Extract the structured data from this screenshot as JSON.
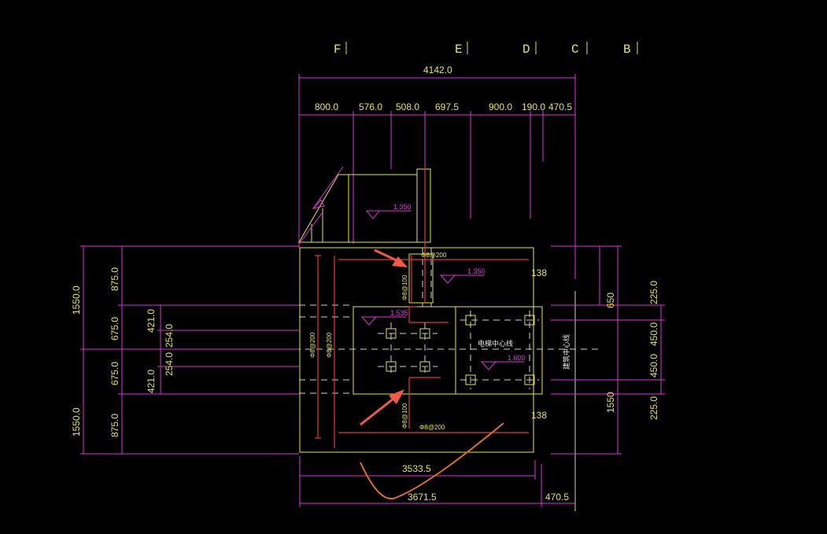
{
  "axes": [
    "F",
    "E",
    "D",
    "C",
    "B"
  ],
  "dims_top": {
    "total": "4142.0",
    "segments": [
      "800.0",
      "576.0",
      "508.0",
      "697.5",
      "900.0",
      "190.0",
      "470.5"
    ]
  },
  "dims_bottom": {
    "inner": "3533.5",
    "outer": "3671.5",
    "right": "470.5"
  },
  "dims_left": {
    "outer_top": "1550.0",
    "outer_bottom": "1550.0",
    "mid": [
      "875.0",
      "675.0",
      "675.0",
      "875.0"
    ],
    "inner": [
      "421.0",
      "254.0",
      "254.0",
      "421.0"
    ]
  },
  "dims_right": {
    "outer": [
      "225.0",
      "450.0",
      "450.0",
      "225.0"
    ],
    "inner_top": "650",
    "inner_bottom": "1550"
  },
  "small_dims": {
    "top": "138",
    "bottom": "138"
  },
  "levels": {
    "l1": "1.350",
    "l2": "1.350",
    "l3": "1.535",
    "l4": "1.600"
  },
  "rebar": {
    "top": "Φ8@200",
    "bottom": "Φ8@200",
    "vert_top": "Φ8@100",
    "vert_bottom": "Φ8@100",
    "left_a": "Φ8@200",
    "left_b": "Φ8@200"
  },
  "labels": {
    "center_line": "电梯中心线",
    "building_center": "建筑中心线"
  },
  "colors": {
    "background": "#000000",
    "dimension": "#e030e0",
    "outline": "#e6e64a",
    "rebar": "#e23a3a",
    "annotation_arrow": "#f05a4a",
    "sketch": "#e0701e"
  }
}
